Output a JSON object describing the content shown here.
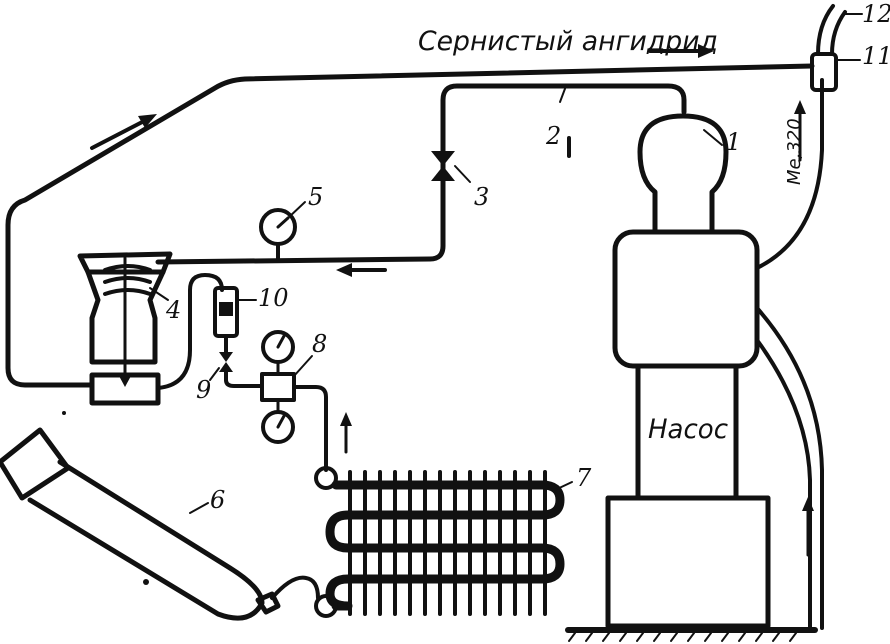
{
  "title": "Сернистый ангидрид",
  "pump_label": "Насос",
  "pipe_label": "Ме,320",
  "numbers": {
    "n1": "1",
    "n2": "2",
    "n3": "3",
    "n4": "4",
    "n5": "5",
    "n6": "6",
    "n7": "7",
    "n8": "8",
    "n9": "9",
    "n10": "10",
    "n11": "11",
    "n12": "12"
  }
}
